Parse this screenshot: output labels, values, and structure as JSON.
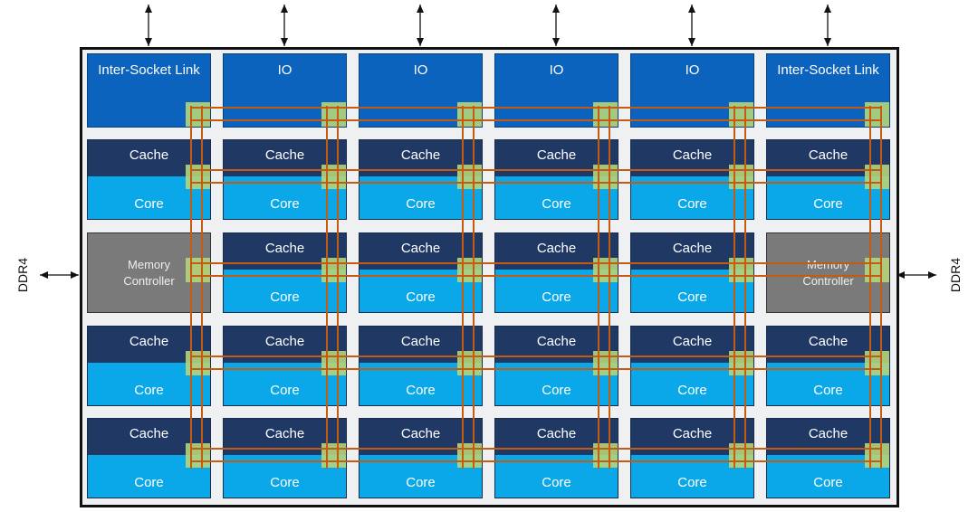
{
  "labels": {
    "ddr_left": "DDR4",
    "ddr_right": "DDR4",
    "cache": "Cache",
    "core": "Core"
  },
  "rows": [
    [
      {
        "type": "io",
        "text": "Inter-Socket Link"
      },
      {
        "type": "io",
        "text": "IO"
      },
      {
        "type": "io",
        "text": "IO"
      },
      {
        "type": "io",
        "text": "IO"
      },
      {
        "type": "io",
        "text": "IO"
      },
      {
        "type": "io",
        "text": "Inter-Socket Link"
      }
    ],
    [
      {
        "type": "cc"
      },
      {
        "type": "cc"
      },
      {
        "type": "cc"
      },
      {
        "type": "cc"
      },
      {
        "type": "cc"
      },
      {
        "type": "cc"
      }
    ],
    [
      {
        "type": "mc",
        "text": "Memory Controller"
      },
      {
        "type": "cc"
      },
      {
        "type": "cc"
      },
      {
        "type": "cc"
      },
      {
        "type": "cc"
      },
      {
        "type": "mc",
        "text": "Memory Controller"
      }
    ],
    [
      {
        "type": "cc"
      },
      {
        "type": "cc"
      },
      {
        "type": "cc"
      },
      {
        "type": "cc"
      },
      {
        "type": "cc"
      },
      {
        "type": "cc"
      }
    ],
    [
      {
        "type": "cc"
      },
      {
        "type": "cc"
      },
      {
        "type": "cc"
      },
      {
        "type": "cc"
      },
      {
        "type": "cc"
      },
      {
        "type": "cc"
      }
    ]
  ],
  "colors": {
    "io": "#0b63bd",
    "cache": "#1f3864",
    "core": "#0aa8e8",
    "memory_controller": "#7a7a7a",
    "mesh_stop": "#b5d47a",
    "mesh_link": "#c55a11"
  }
}
